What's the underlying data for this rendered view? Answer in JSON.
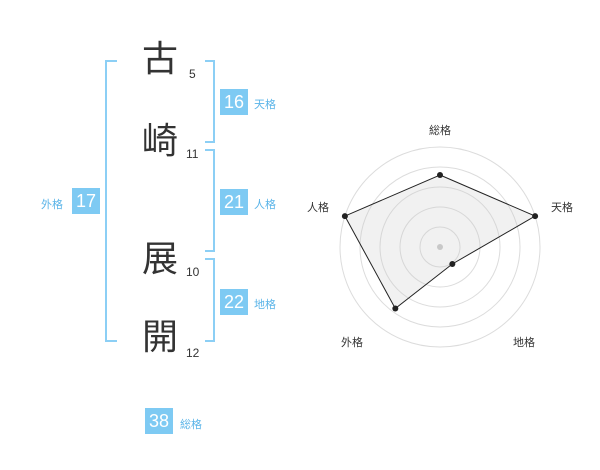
{
  "name": {
    "chars": [
      {
        "char": "古",
        "strokes": "5"
      },
      {
        "char": "崎",
        "strokes": "11"
      },
      {
        "char": "展",
        "strokes": "10"
      },
      {
        "char": "開",
        "strokes": "12"
      }
    ]
  },
  "scores": {
    "tenkaku": {
      "value": "16",
      "label": "天格"
    },
    "jinkaku": {
      "value": "21",
      "label": "人格"
    },
    "chikaku": {
      "value": "22",
      "label": "地格"
    },
    "gaikaku": {
      "value": "17",
      "label": "外格"
    },
    "soukaku": {
      "value": "38",
      "label": "総格"
    }
  },
  "colors": {
    "accent": "#7ecaf3",
    "bracket": "#8ccff5",
    "label": "#5ab4e8"
  },
  "chart_data": {
    "type": "radar",
    "axes": [
      "総格",
      "天格",
      "地格",
      "外格",
      "人格"
    ],
    "values": [
      0.72,
      1.0,
      0.21,
      0.76,
      1.0
    ],
    "rings": 5,
    "grid": true
  }
}
